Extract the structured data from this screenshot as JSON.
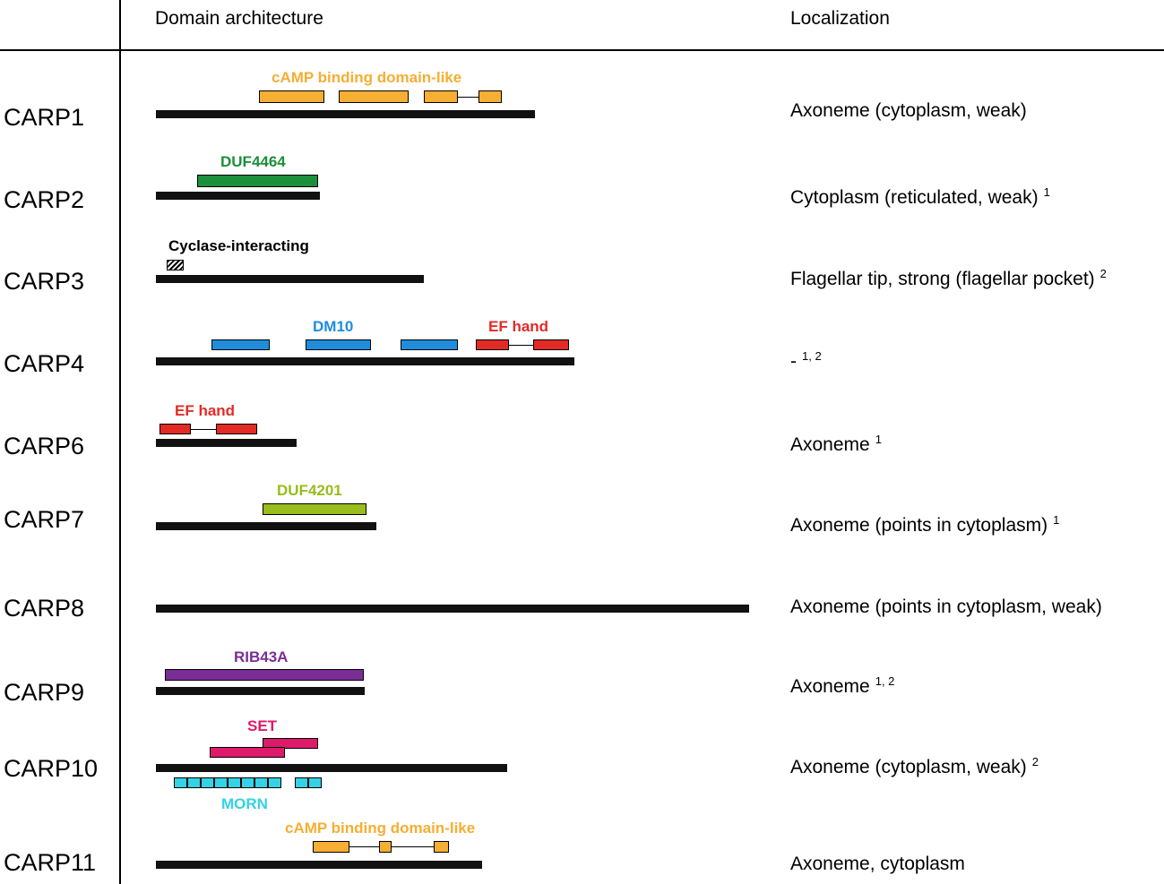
{
  "headers": {
    "domain_architecture": "Domain architecture",
    "localization": "Localization"
  },
  "colors": {
    "camp": "#f6ae33",
    "duf4464": "#1b8f3a",
    "dm10": "#1f8ddc",
    "ef_hand": "#e32b26",
    "duf4201": "#99bd1c",
    "rib43a": "#7b2d96",
    "set": "#de1a6b",
    "morn": "#33d2e4",
    "protein_line": "#111111"
  },
  "rows": [
    {
      "name": "CARP1",
      "localization": "Axoneme (cytoplasm, weak)",
      "superscript": ""
    },
    {
      "name": "CARP2",
      "localization": "Cytoplasm (reticulated, weak)",
      "superscript": "1"
    },
    {
      "name": "CARP3",
      "localization": "Flagellar tip, strong (flagellar pocket)",
      "superscript": "2"
    },
    {
      "name": "CARP4",
      "localization": "-",
      "superscript": "1, 2"
    },
    {
      "name": "CARP6",
      "localization": "Axoneme",
      "superscript": "1"
    },
    {
      "name": "CARP7",
      "localization": "Axoneme (points in cytoplasm)",
      "superscript": "1"
    },
    {
      "name": "CARP8",
      "localization": "Axoneme (points in cytoplasm, weak)",
      "superscript": ""
    },
    {
      "name": "CARP9",
      "localization": "Axoneme",
      "superscript": "1, 2"
    },
    {
      "name": "CARP10",
      "localization": "Axoneme (cytoplasm, weak)",
      "superscript": "2"
    },
    {
      "name": "CARP11",
      "localization": "Axoneme, cytoplasm",
      "superscript": ""
    }
  ],
  "domain_labels": {
    "carp1": "cAMP binding domain-like",
    "carp2": "DUF4464",
    "carp3": "Cyclase-interacting",
    "carp4_dm10": "DM10",
    "carp4_ef": "EF hand",
    "carp6": "EF hand",
    "carp7": "DUF4201",
    "carp9": "RIB43A",
    "carp10_set": "SET",
    "carp10_morn": "MORN",
    "carp11": "cAMP binding domain-like"
  }
}
